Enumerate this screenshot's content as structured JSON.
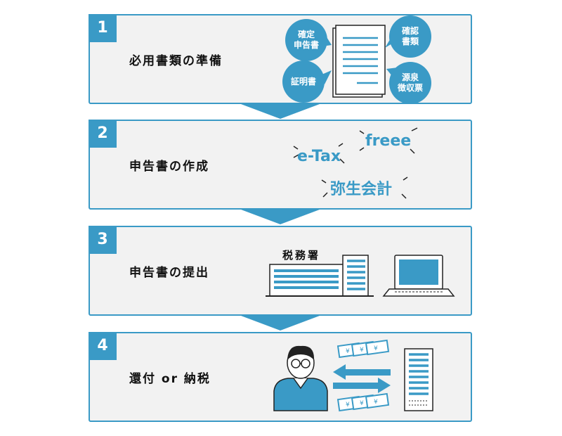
{
  "steps": [
    {
      "number": "1",
      "title": "必用書類の準備"
    },
    {
      "number": "2",
      "title": "申告書の作成"
    },
    {
      "number": "3",
      "title": "申告書の提出"
    },
    {
      "number": "4",
      "title": "還付 or 納税"
    }
  ],
  "step1": {
    "bubbles": {
      "kakutei_line1": "確定",
      "kakutei_line2": "申告書",
      "shomei": "証明書",
      "kakunin_line1": "確認",
      "kakunin_line2": "書類",
      "gensen_line1": "源泉",
      "gensen_line2": "徴収票"
    }
  },
  "step2": {
    "software": {
      "etax": "e-Tax",
      "freee": "freee",
      "yayoi": "弥生会計"
    }
  },
  "step3": {
    "tax_office_label": "税務署"
  },
  "step4": {
    "yen_symbol": "¥"
  },
  "colors": {
    "accent": "#3a9ac6",
    "panel": "#f2f2f2",
    "text": "#111111"
  },
  "icons": [
    "documents-icon",
    "tax-office-building-icon",
    "laptop-icon",
    "person-icon",
    "banknotes-icon",
    "server-building-icon",
    "exchange-arrows-icon"
  ]
}
